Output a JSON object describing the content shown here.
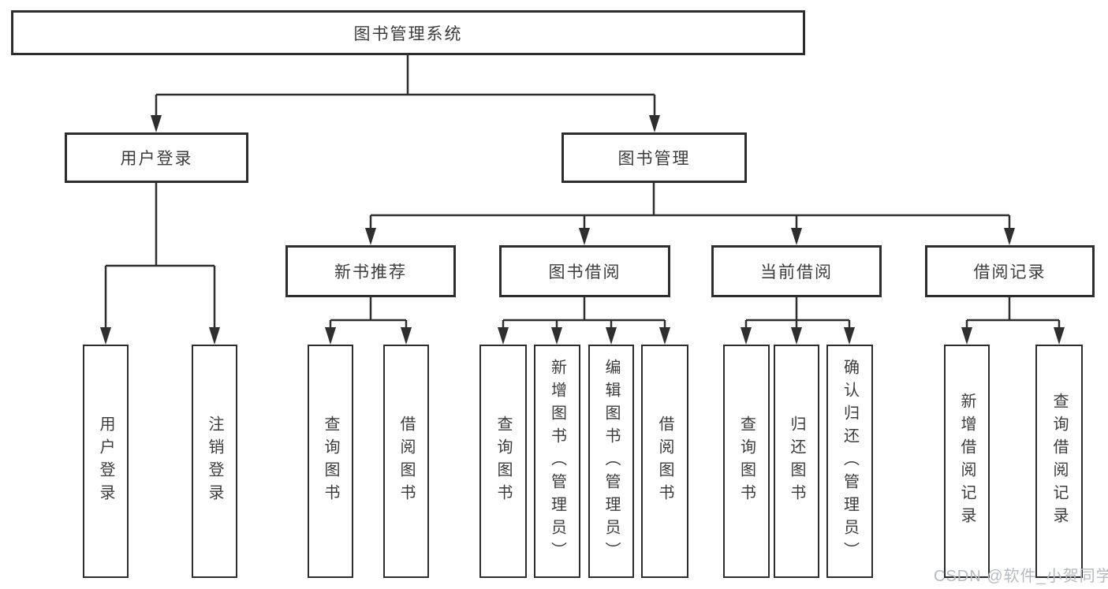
{
  "diagram": {
    "root": {
      "label": "图书管理系统",
      "children": [
        {
          "label": "用户登录",
          "children": [
            {
              "label": "用户登录"
            },
            {
              "label": "注销登录"
            }
          ]
        },
        {
          "label": "图书管理",
          "children": [
            {
              "label": "新书推荐",
              "children": [
                {
                  "label": "查询图书"
                },
                {
                  "label": "借阅图书"
                }
              ]
            },
            {
              "label": "图书借阅",
              "children": [
                {
                  "label": "查询图书"
                },
                {
                  "label": "新增图书（管理员）"
                },
                {
                  "label": "编辑图书（管理员）"
                },
                {
                  "label": "借阅图书"
                }
              ]
            },
            {
              "label": "当前借阅",
              "children": [
                {
                  "label": "查询图书"
                },
                {
                  "label": "归还图书"
                },
                {
                  "label": "确认归还（管理员）"
                }
              ]
            },
            {
              "label": "借阅记录",
              "children": [
                {
                  "label": "新增借阅记录"
                },
                {
                  "label": "查询借阅记录"
                }
              ]
            }
          ]
        }
      ]
    }
  },
  "watermark": {
    "text": "CSDN @软件_小贺同学"
  },
  "colors": {
    "line": "#2e2e2e",
    "box_border": "#2d2d2d",
    "text": "#3c3c3c",
    "watermark": "#b6bac1",
    "background": "#ffffff"
  }
}
